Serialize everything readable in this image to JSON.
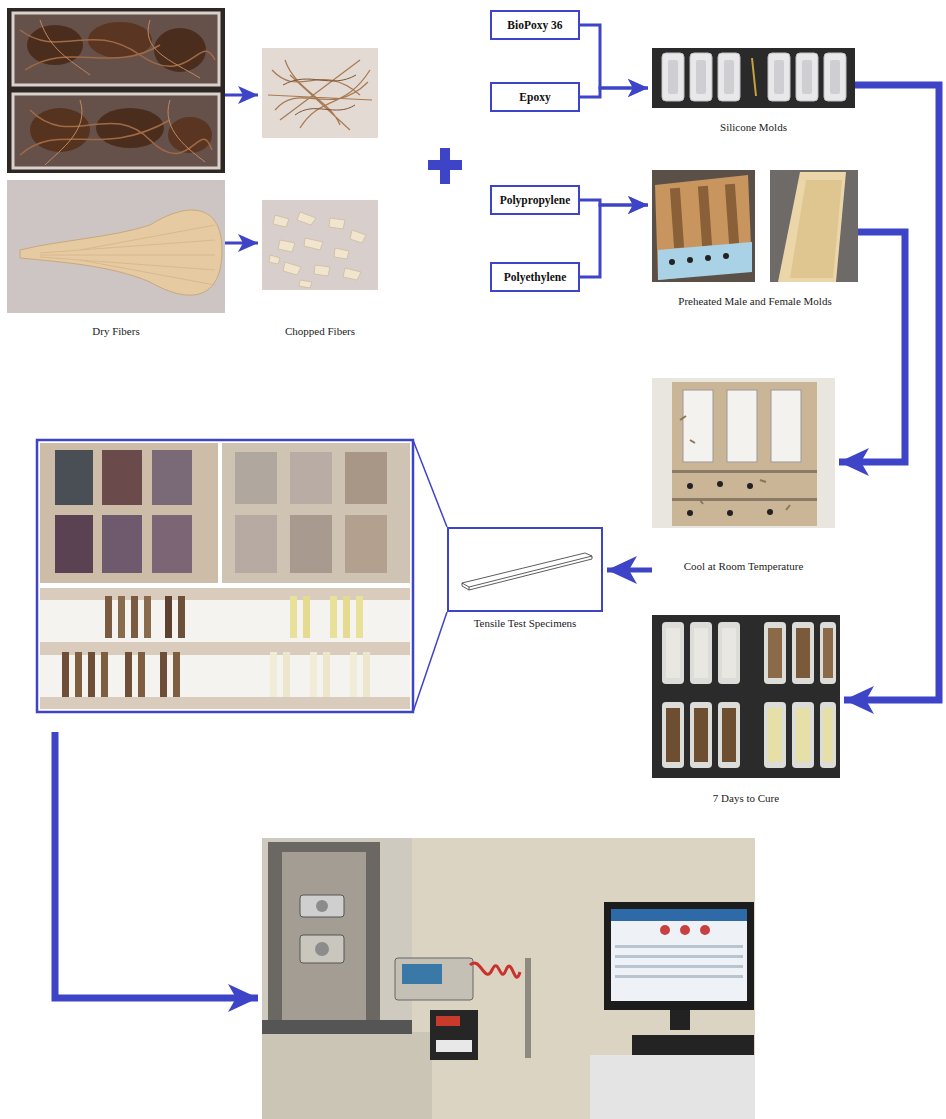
{
  "diagram": {
    "nodes": [
      {
        "text": [
          "Dry Fibers"
        ]
      },
      {
        "text": [
          "Chopped Fibers"
        ]
      },
      {
        "text": [
          "BioPoxy 36"
        ]
      },
      {
        "text": [
          "Epoxy"
        ]
      },
      {
        "text": [
          "Polypropylene"
        ]
      },
      {
        "text": [
          "Polyethylene"
        ]
      },
      {
        "text": [
          "Silicone Molds"
        ]
      },
      {
        "text": [
          "Preheated Male and Female Molds"
        ]
      },
      {
        "text": [
          "Cool at Room Temperature"
        ]
      },
      {
        "text": [
          "7 Days to Cure"
        ]
      },
      {
        "text": [
          "Tensile Test Specimens"
        ]
      }
    ],
    "edges": [
      {
        "from": 0,
        "to": 1,
        "arrow": "to"
      },
      {
        "from": 0,
        "to": 1,
        "arrow": "to"
      },
      {
        "from": 2,
        "to": 6,
        "arrow": "to"
      },
      {
        "from": 3,
        "to": 6,
        "arrow": "to"
      },
      {
        "from": 4,
        "to": 7,
        "arrow": "to"
      },
      {
        "from": 5,
        "to": 7,
        "arrow": "to"
      },
      {
        "from": 6,
        "to": 9,
        "arrow": "to"
      },
      {
        "from": 7,
        "to": 8,
        "arrow": "to"
      },
      {
        "from": 8,
        "to": 10,
        "arrow": "to"
      }
    ]
  }
}
